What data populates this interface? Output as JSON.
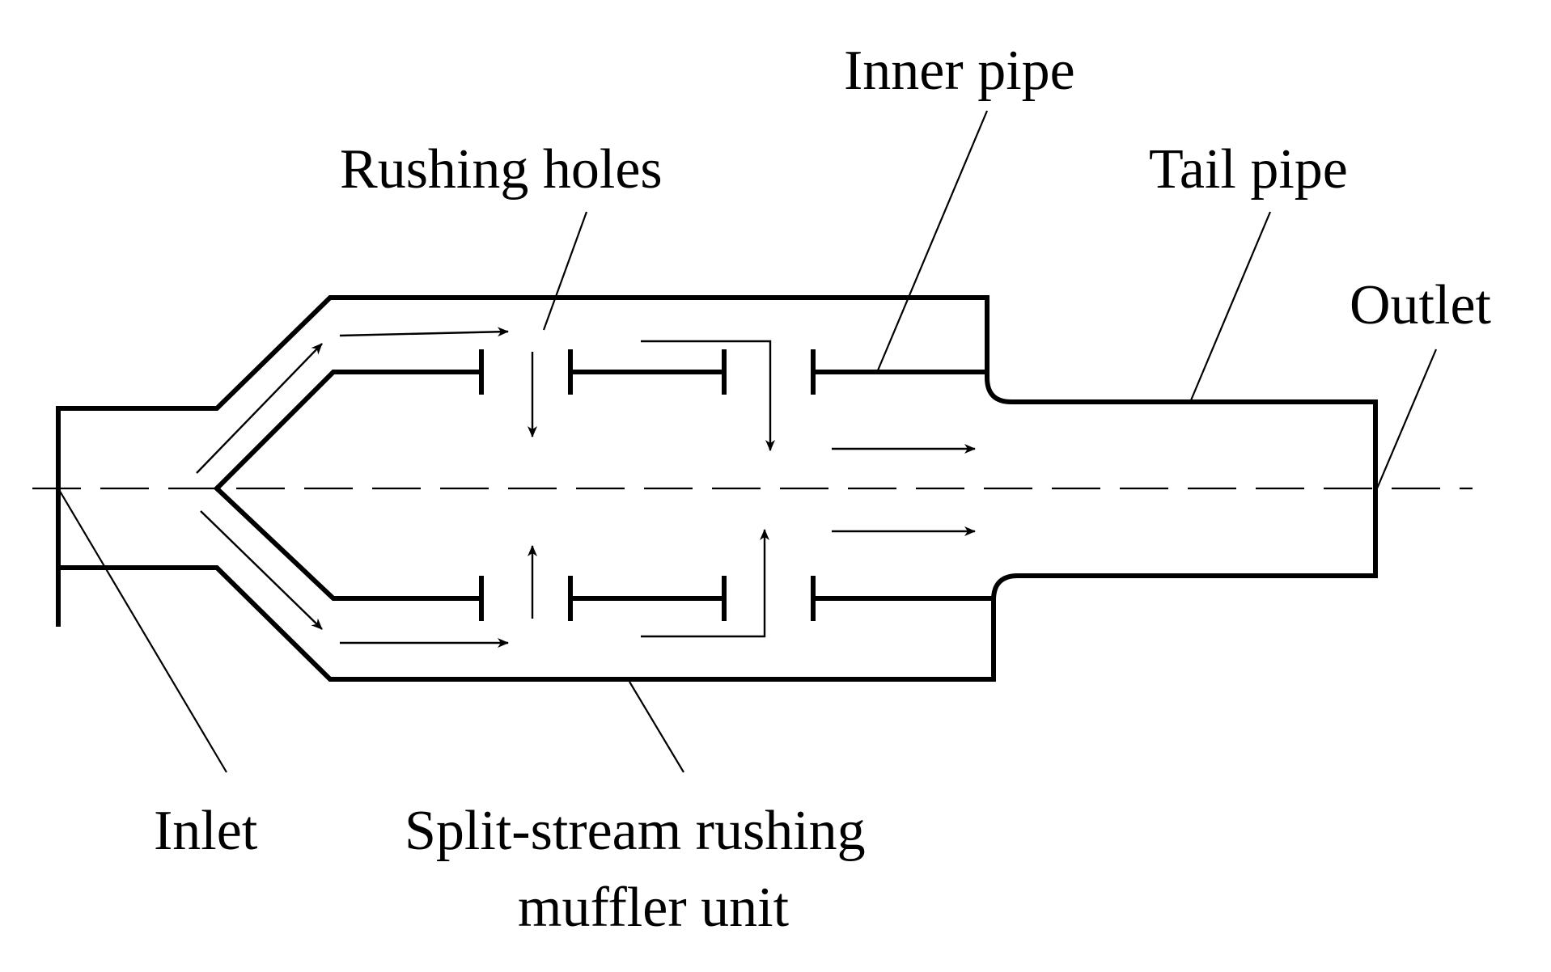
{
  "labels": {
    "inner_pipe": "Inner pipe",
    "rushing_holes": "Rushing holes",
    "tail_pipe": "Tail pipe",
    "outlet": "Outlet",
    "inlet": "Inlet",
    "unit_line1": "Split-stream rushing",
    "unit_line2": "muffler unit"
  },
  "colors": {
    "stroke": "#000000",
    "background": "#ffffff"
  }
}
